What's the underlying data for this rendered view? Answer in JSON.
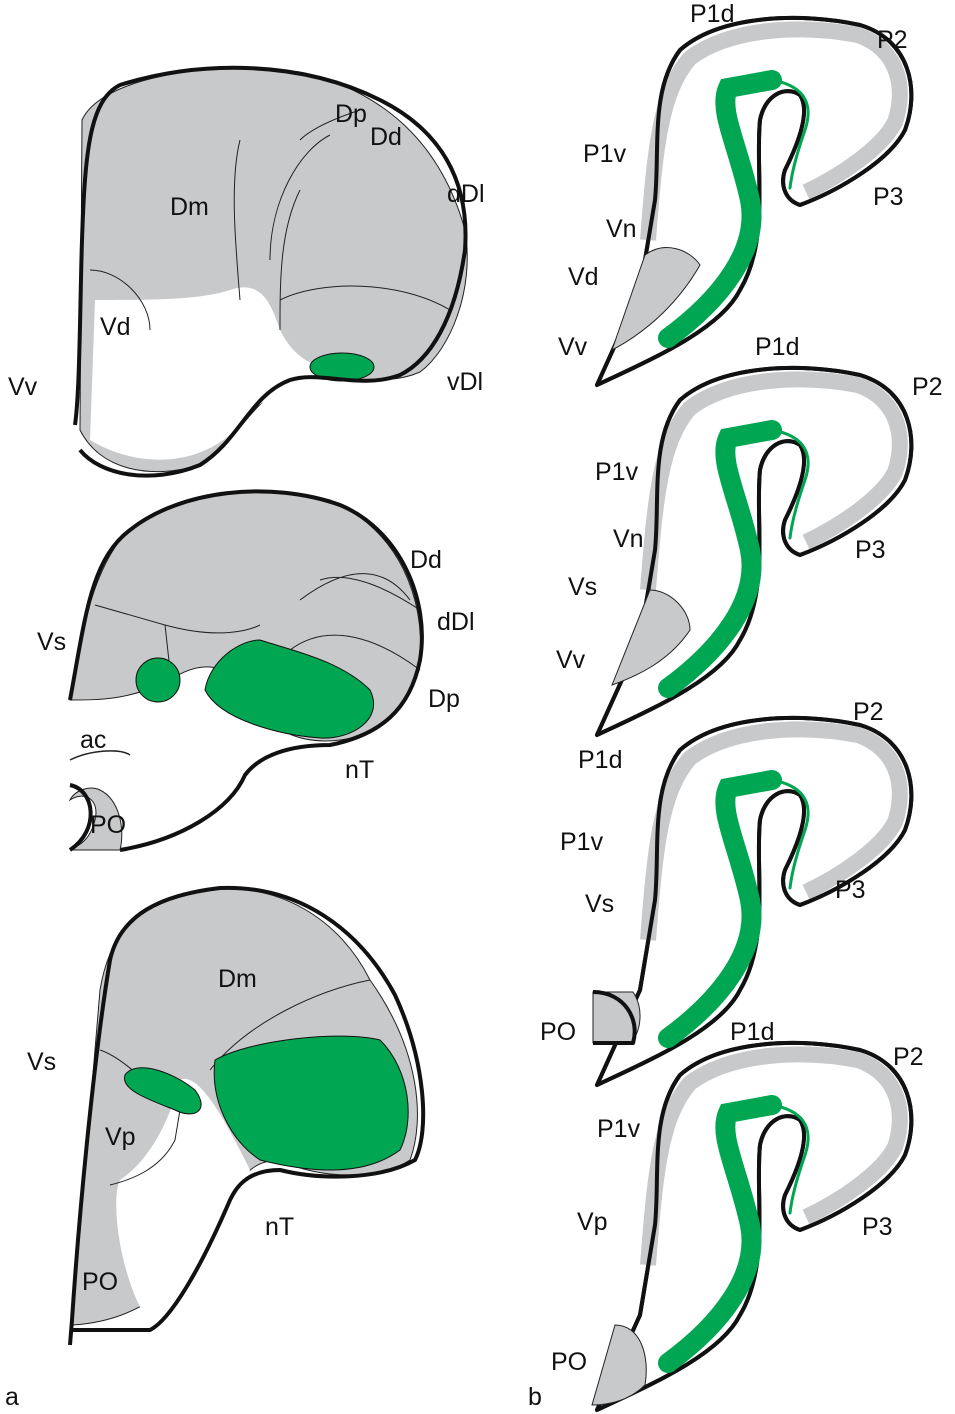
{
  "panel_a": {
    "letter": "a",
    "section1": {
      "Dp": "Dp",
      "Dd": "Dd",
      "Dm": "Dm",
      "dDl": "dDl",
      "Vd": "Vd",
      "Vv": "Vv",
      "vDl": "vDl"
    },
    "section2": {
      "Dd": "Dd",
      "dDl": "dDl",
      "Vs": "Vs",
      "Dp": "Dp",
      "ac": "ac",
      "nT": "nT",
      "PO": "PO"
    },
    "section3": {
      "Dm": "Dm",
      "Vs": "Vs",
      "Vp": "Vp",
      "nT": "nT",
      "PO": "PO"
    }
  },
  "panel_b": {
    "letter": "b",
    "section1": {
      "P1d": "P1d",
      "P2": "P2",
      "P1v": "P1v",
      "P3": "P3",
      "Vn": "Vn",
      "Vd": "Vd",
      "Vv": "Vv"
    },
    "section2": {
      "P1d": "P1d",
      "P2": "P2",
      "P1v": "P1v",
      "Vn": "Vn",
      "P3": "P3",
      "Vs": "Vs",
      "Vv": "Vv"
    },
    "section3": {
      "P2": "P2",
      "P1d": "P1d",
      "P1v": "P1v",
      "P3": "P3",
      "Vs": "Vs",
      "PO": "PO"
    },
    "section4": {
      "P1d": "P1d",
      "P2": "P2",
      "P1v": "P1v",
      "Vp": "Vp",
      "P3": "P3",
      "PO": "PO"
    }
  },
  "colors": {
    "gray": "#c8c9cb",
    "green": "#00a651"
  }
}
